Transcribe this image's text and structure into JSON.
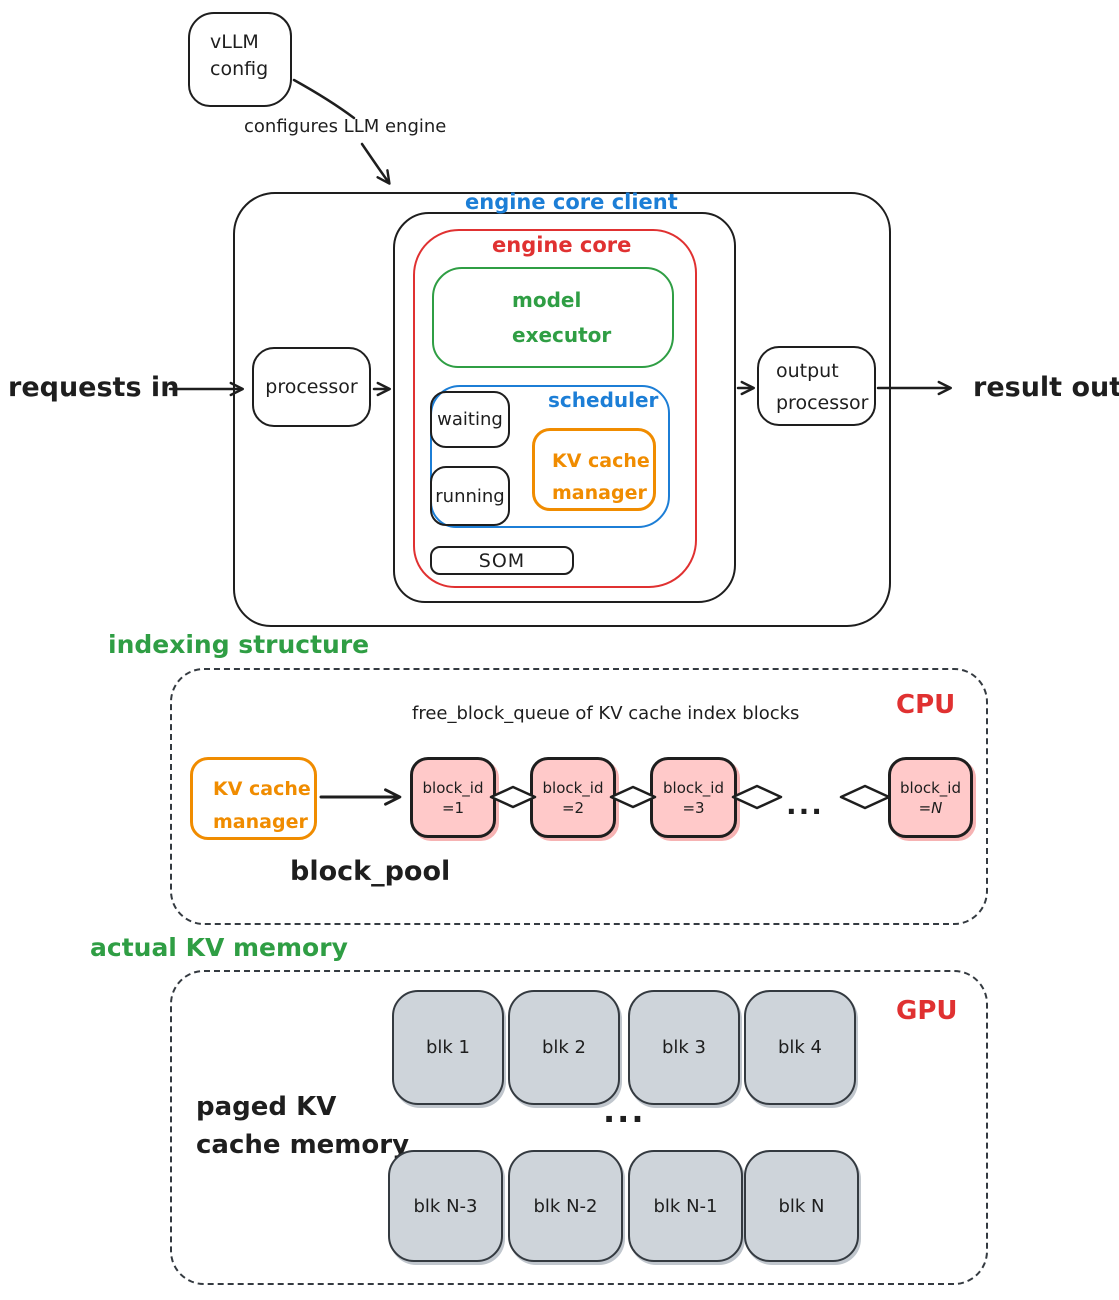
{
  "colors": {
    "ink": "#1e1e1e",
    "blue": "#1c7ed6",
    "red": "#e03131",
    "green": "#2f9e44",
    "orange": "#f08c00",
    "pink_fill": "#ffc9c9",
    "gray_fill": "#ced4da"
  },
  "config_node": {
    "line1": "vLLM",
    "line2": "config"
  },
  "config_arrow_label": "configures LLM engine",
  "flow": {
    "requests_in": "requests in",
    "result_out": "result out",
    "processor": "processor",
    "output_processor_line1": "output",
    "output_processor_line2": "processor"
  },
  "engine": {
    "client_label": "engine core client",
    "core_label": "engine core",
    "model_executor_line1": "model",
    "model_executor_line2": "executor",
    "scheduler_label": "scheduler",
    "waiting": "waiting",
    "running": "running",
    "kv_manager_line1": "KV cache",
    "kv_manager_line2": "manager",
    "som": "SOM"
  },
  "indexing": {
    "section_label": "indexing structure",
    "zone_label": "CPU",
    "queue_title": "free_block_queue of KV cache index blocks",
    "kv_manager_line1": "KV cache",
    "kv_manager_line2": "manager",
    "pool_label": "block_pool",
    "ellipsis": "...",
    "blocks": [
      {
        "label": "block_id",
        "value": "=1"
      },
      {
        "label": "block_id",
        "value": "=2"
      },
      {
        "label": "block_id",
        "value": "=3"
      },
      {
        "label": "block_id",
        "value": "=N"
      }
    ]
  },
  "memory": {
    "section_label": "actual KV memory",
    "zone_label": "GPU",
    "caption_line1": "paged KV",
    "caption_line2": "cache memory",
    "ellipsis": "...",
    "row1": [
      "blk 1",
      "blk 2",
      "blk 3",
      "blk 4"
    ],
    "row2": [
      "blk N-3",
      "blk N-2",
      "blk N-1",
      "blk N"
    ]
  }
}
